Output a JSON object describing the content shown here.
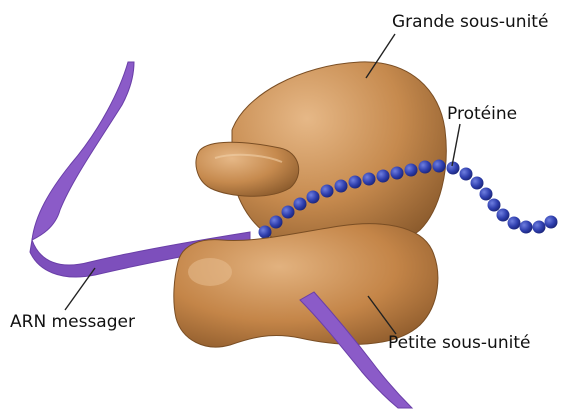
{
  "labels": {
    "large_subunit": "Grande sous-unité",
    "protein": "Protéine",
    "mrna": "ARN messager",
    "small_subunit": "Petite sous-unité"
  },
  "colors": {
    "ribosome": "#c68a4e",
    "ribosome_shadow": "#8a5a2c",
    "ribosome_highlight": "#e4b684",
    "mrna_ribbon": "#8b5bc8",
    "mrna_ribbon_dark": "#6a3fa8",
    "protein_beads": "#2f3fae",
    "leader_lines": "#222222"
  }
}
